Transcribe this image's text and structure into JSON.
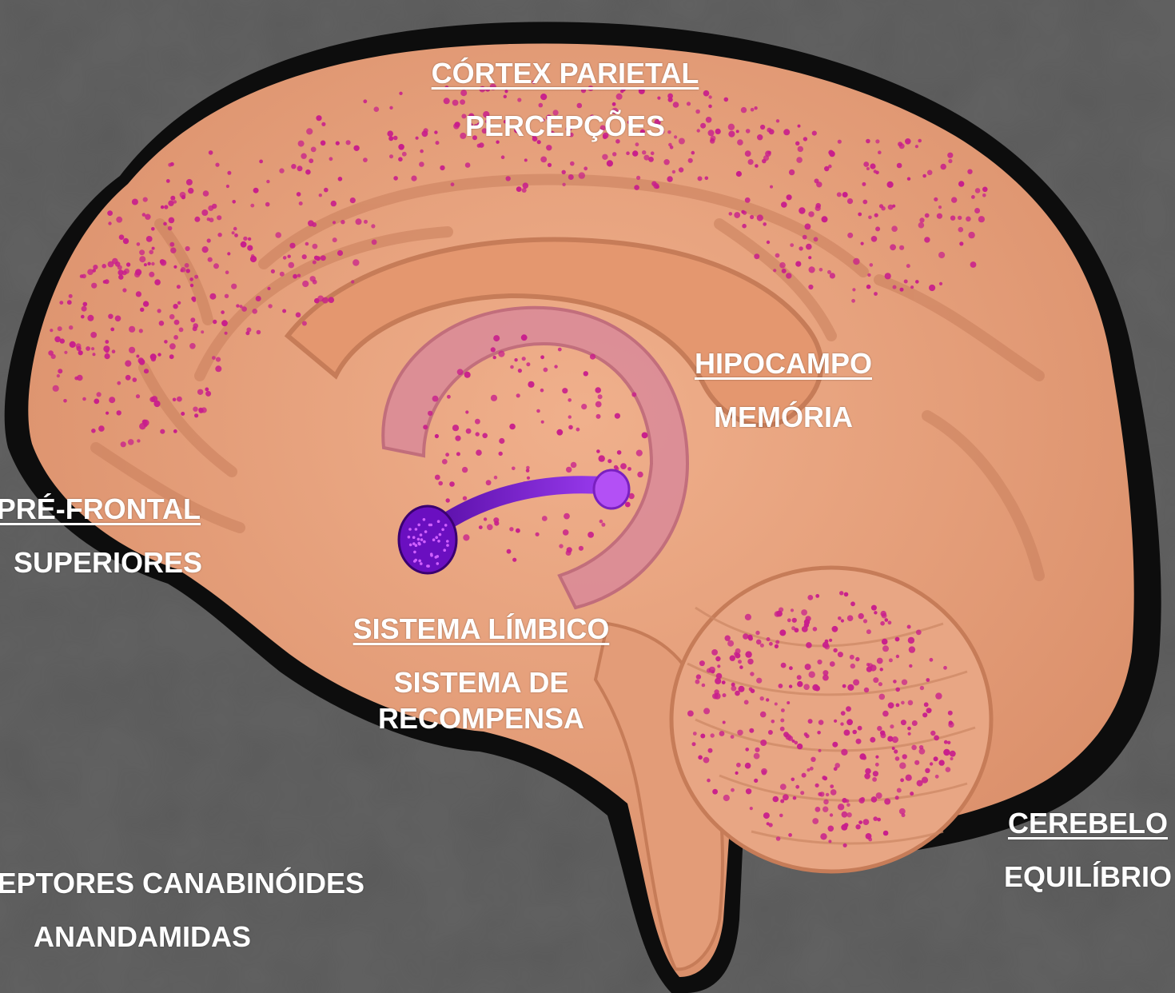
{
  "colors": {
    "background": "#5a5a5a",
    "brain_fill": "#e9a27e",
    "brain_outline": "#0d0d0d",
    "receptor_dot": "#c81e8c",
    "reward_pathway": "#8b2be0",
    "label_text": "#ffffff"
  },
  "labels": {
    "parietal": {
      "title": "CÓRTEX PARIETAL",
      "function": "PERCEPÇÕES"
    },
    "hippocampus": {
      "title": "HIPOCAMPO",
      "function": "MEMÓRIA"
    },
    "prefrontal": {
      "title": "PRÉ-FRONTAL",
      "function": "SUPERIORES"
    },
    "limbic": {
      "title": "SISTEMA LÍMBICO",
      "function_line1": "SISTEMA DE",
      "function_line2": "RECOMPENSA"
    },
    "cerebellum": {
      "title": "CEREBELO",
      "function": "EQUILÍBRIO"
    },
    "legend": {
      "line1": "EPTORES CANABINÓIDES",
      "line2": "ANANDAMIDAS"
    }
  },
  "icons": [
    "brain-sagittal-illustration",
    "receptor-dots",
    "reward-pathway-tube"
  ]
}
